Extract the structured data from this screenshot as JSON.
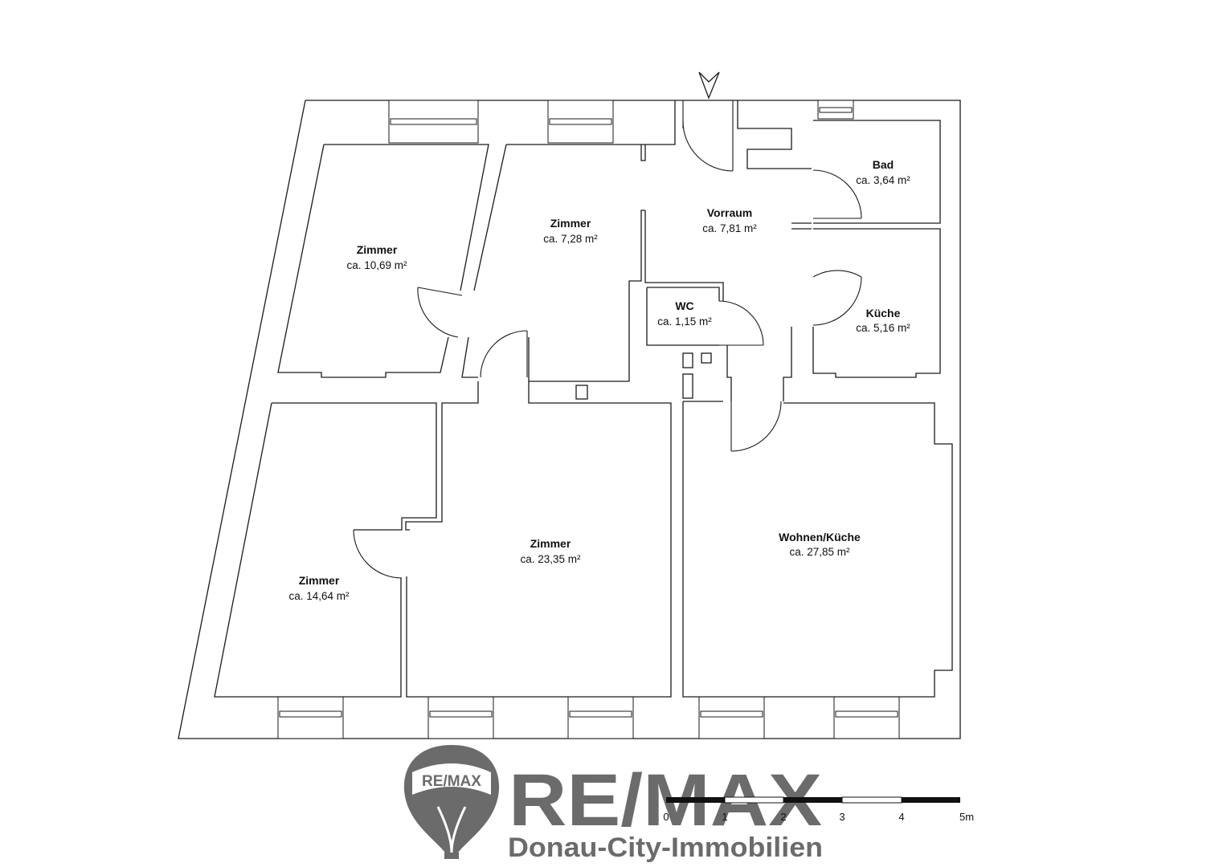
{
  "rooms": [
    {
      "id": "zimmer-nw",
      "name": "Zimmer",
      "area": "ca. 10,69 m²"
    },
    {
      "id": "zimmer-n",
      "name": "Zimmer",
      "area": "ca. 7,28 m²"
    },
    {
      "id": "vorraum",
      "name": "Vorraum",
      "area": "ca. 7,81 m²"
    },
    {
      "id": "bad",
      "name": "Bad",
      "area": "ca. 3,64 m²"
    },
    {
      "id": "wc",
      "name": "WC",
      "area": "ca. 1,15 m²"
    },
    {
      "id": "kueche",
      "name": "Küche",
      "area": "ca. 5,16 m²"
    },
    {
      "id": "zimmer-sw",
      "name": "Zimmer",
      "area": "ca. 14,64 m²"
    },
    {
      "id": "zimmer-s",
      "name": "Zimmer",
      "area": "ca. 23,35 m²"
    },
    {
      "id": "wohnen",
      "name": "Wohnen/Küche",
      "area": "ca. 27,85 m²"
    }
  ],
  "scale": {
    "labels": [
      "0",
      "1",
      "2",
      "3",
      "4",
      "5m"
    ]
  },
  "logo": {
    "balloon_text": "RE/MAX",
    "brand": "RE/MAX",
    "tagline": "Donau-City-Immobilien",
    "color": "#6b6b6b"
  }
}
